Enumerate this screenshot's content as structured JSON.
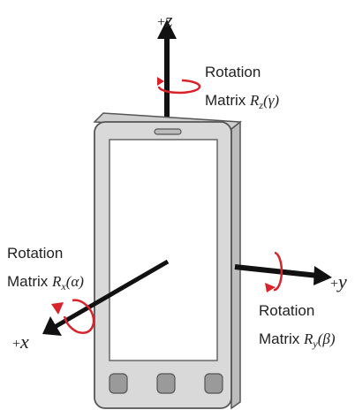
{
  "axes": {
    "z": {
      "sign": "+",
      "name": "z"
    },
    "x": {
      "sign": "+",
      "name": "x"
    },
    "y": {
      "sign": "+",
      "name": "y"
    }
  },
  "rotations": {
    "z": {
      "line1": "Rotation",
      "line2_prefix": "Matrix ",
      "symbol": "R",
      "sub": "z",
      "arg": "(γ)"
    },
    "x": {
      "line1": "Rotation",
      "line2_prefix": "Matrix ",
      "symbol": "R",
      "sub": "x",
      "arg": "(α)"
    },
    "y": {
      "line1": "Rotation",
      "line2_prefix": "Matrix ",
      "symbol": "R",
      "sub": "y",
      "arg": "(β)"
    }
  },
  "colors": {
    "arrow": "#111111",
    "rotation": "#d8232a",
    "phone_body": "#d9d9d9",
    "phone_screen": "#ffffff",
    "phone_outline": "#555555"
  }
}
